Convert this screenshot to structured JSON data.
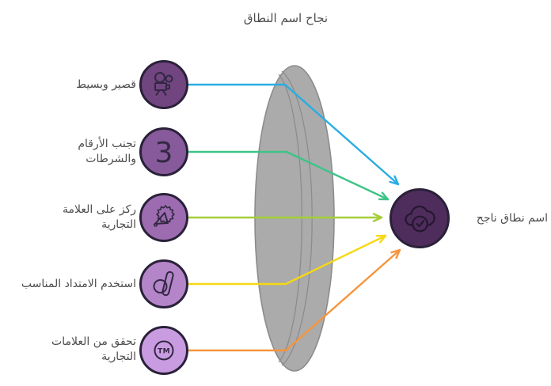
{
  "title": "نجاح اسم النطاق",
  "colors": {
    "text": "#4d4d4d",
    "background": "#ffffff",
    "node_stroke": "#2a2139",
    "icon_stroke": "#332743",
    "result_icon_stroke": "#241731",
    "lens_fill": "#ababab",
    "lens_stroke": "#8c8c8c"
  },
  "items": [
    {
      "label": "قصير وبسيط",
      "icon": "video-camera-icon",
      "circle_color": "#714580",
      "line_color": "#29ade3"
    },
    {
      "label": "تجنب الأرقام والشرطات",
      "icon": "number-3-icon",
      "circle_color": "#875a9b",
      "line_color": "#3cc487"
    },
    {
      "label": "ركز على العلامة التجارية",
      "icon": "megaphone-badge-icon",
      "circle_color": "#9d6cb0",
      "line_color": "#a4ce39"
    },
    {
      "label": "استخدم الامتداد المناسب",
      "icon": "domain-letter-icon",
      "circle_color": "#b485c8",
      "line_color": "#f6d814"
    },
    {
      "label": "تحقق من العلامات التجارية",
      "icon": "trademark-icon",
      "circle_color": "#c99ce1",
      "line_color": "#f5953d"
    }
  ],
  "result": {
    "label": "اسم نطاق ناجح",
    "icon": "cloud-check-icon",
    "circle_color": "#4e2c5b"
  },
  "glyphs": {
    "three": "3",
    "trademark": "TM"
  }
}
